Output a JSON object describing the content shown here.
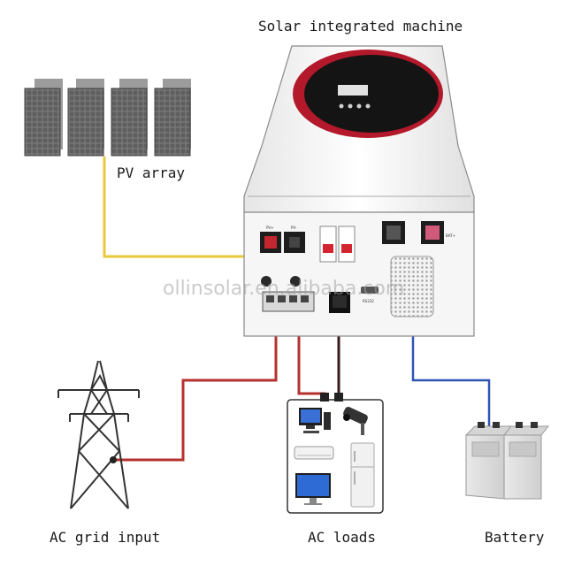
{
  "title": "Solar integrated machine",
  "labels": {
    "pv_array": "PV array",
    "ac_grid_input": "AC grid input",
    "ac_loads": "AC loads",
    "battery": "Battery"
  },
  "watermark": "ollinsolar.en.alibaba.com",
  "device": {
    "port_labels": {
      "pv_plus": "PV+",
      "pv_minus": "PV-",
      "bat_plus": "BAT+",
      "rs232": "RS232"
    }
  },
  "colors": {
    "pv_wire": "#e8c93a",
    "ac_wire": "#b5322f",
    "battery_wire": "#2f55b3",
    "display_ring": "#b3192a",
    "panel_cell": "#6f6f6f"
  },
  "icons": [
    "solar-panel-icon",
    "transmission-tower-icon",
    "battery-icon",
    "desktop-pc-icon",
    "security-camera-icon",
    "air-conditioner-icon",
    "refrigerator-icon",
    "monitor-icon"
  ]
}
